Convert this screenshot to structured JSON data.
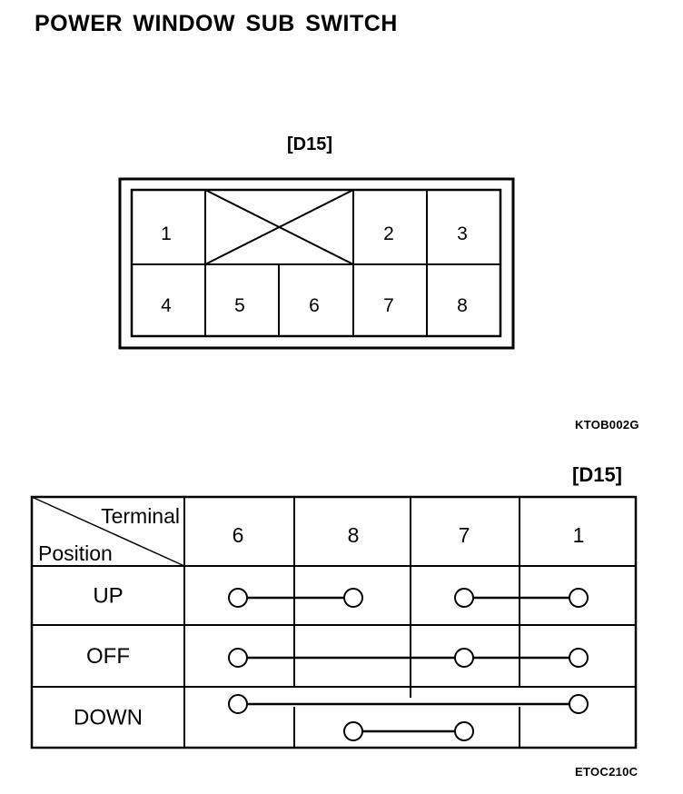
{
  "title": "POWER WINDOW SUB SWITCH",
  "connector": {
    "label": "[D15]",
    "pins_top": [
      "1",
      "2",
      "3"
    ],
    "pins_bottom": [
      "4",
      "5",
      "6",
      "7",
      "8"
    ],
    "figure_code": "KTOB002G"
  },
  "table": {
    "label": "[D15]",
    "header_terminal": "Terminal",
    "header_position": "Position",
    "terminals": [
      "6",
      "8",
      "7",
      "1"
    ],
    "positions": [
      {
        "name": "UP",
        "connections": [
          {
            "lane": 0,
            "terminals": [
              "6",
              "8"
            ]
          },
          {
            "lane": 0,
            "terminals": [
              "7",
              "1"
            ]
          }
        ]
      },
      {
        "name": "OFF",
        "connections": [
          {
            "lane": 0,
            "terminals": [
              "6",
              "7",
              "1"
            ]
          }
        ]
      },
      {
        "name": "DOWN",
        "connections": [
          {
            "lane": 0,
            "terminals": [
              "6",
              "1"
            ]
          },
          {
            "lane": 1,
            "terminals": [
              "8",
              "7"
            ]
          }
        ]
      }
    ],
    "figure_code": "ETOC210C"
  }
}
